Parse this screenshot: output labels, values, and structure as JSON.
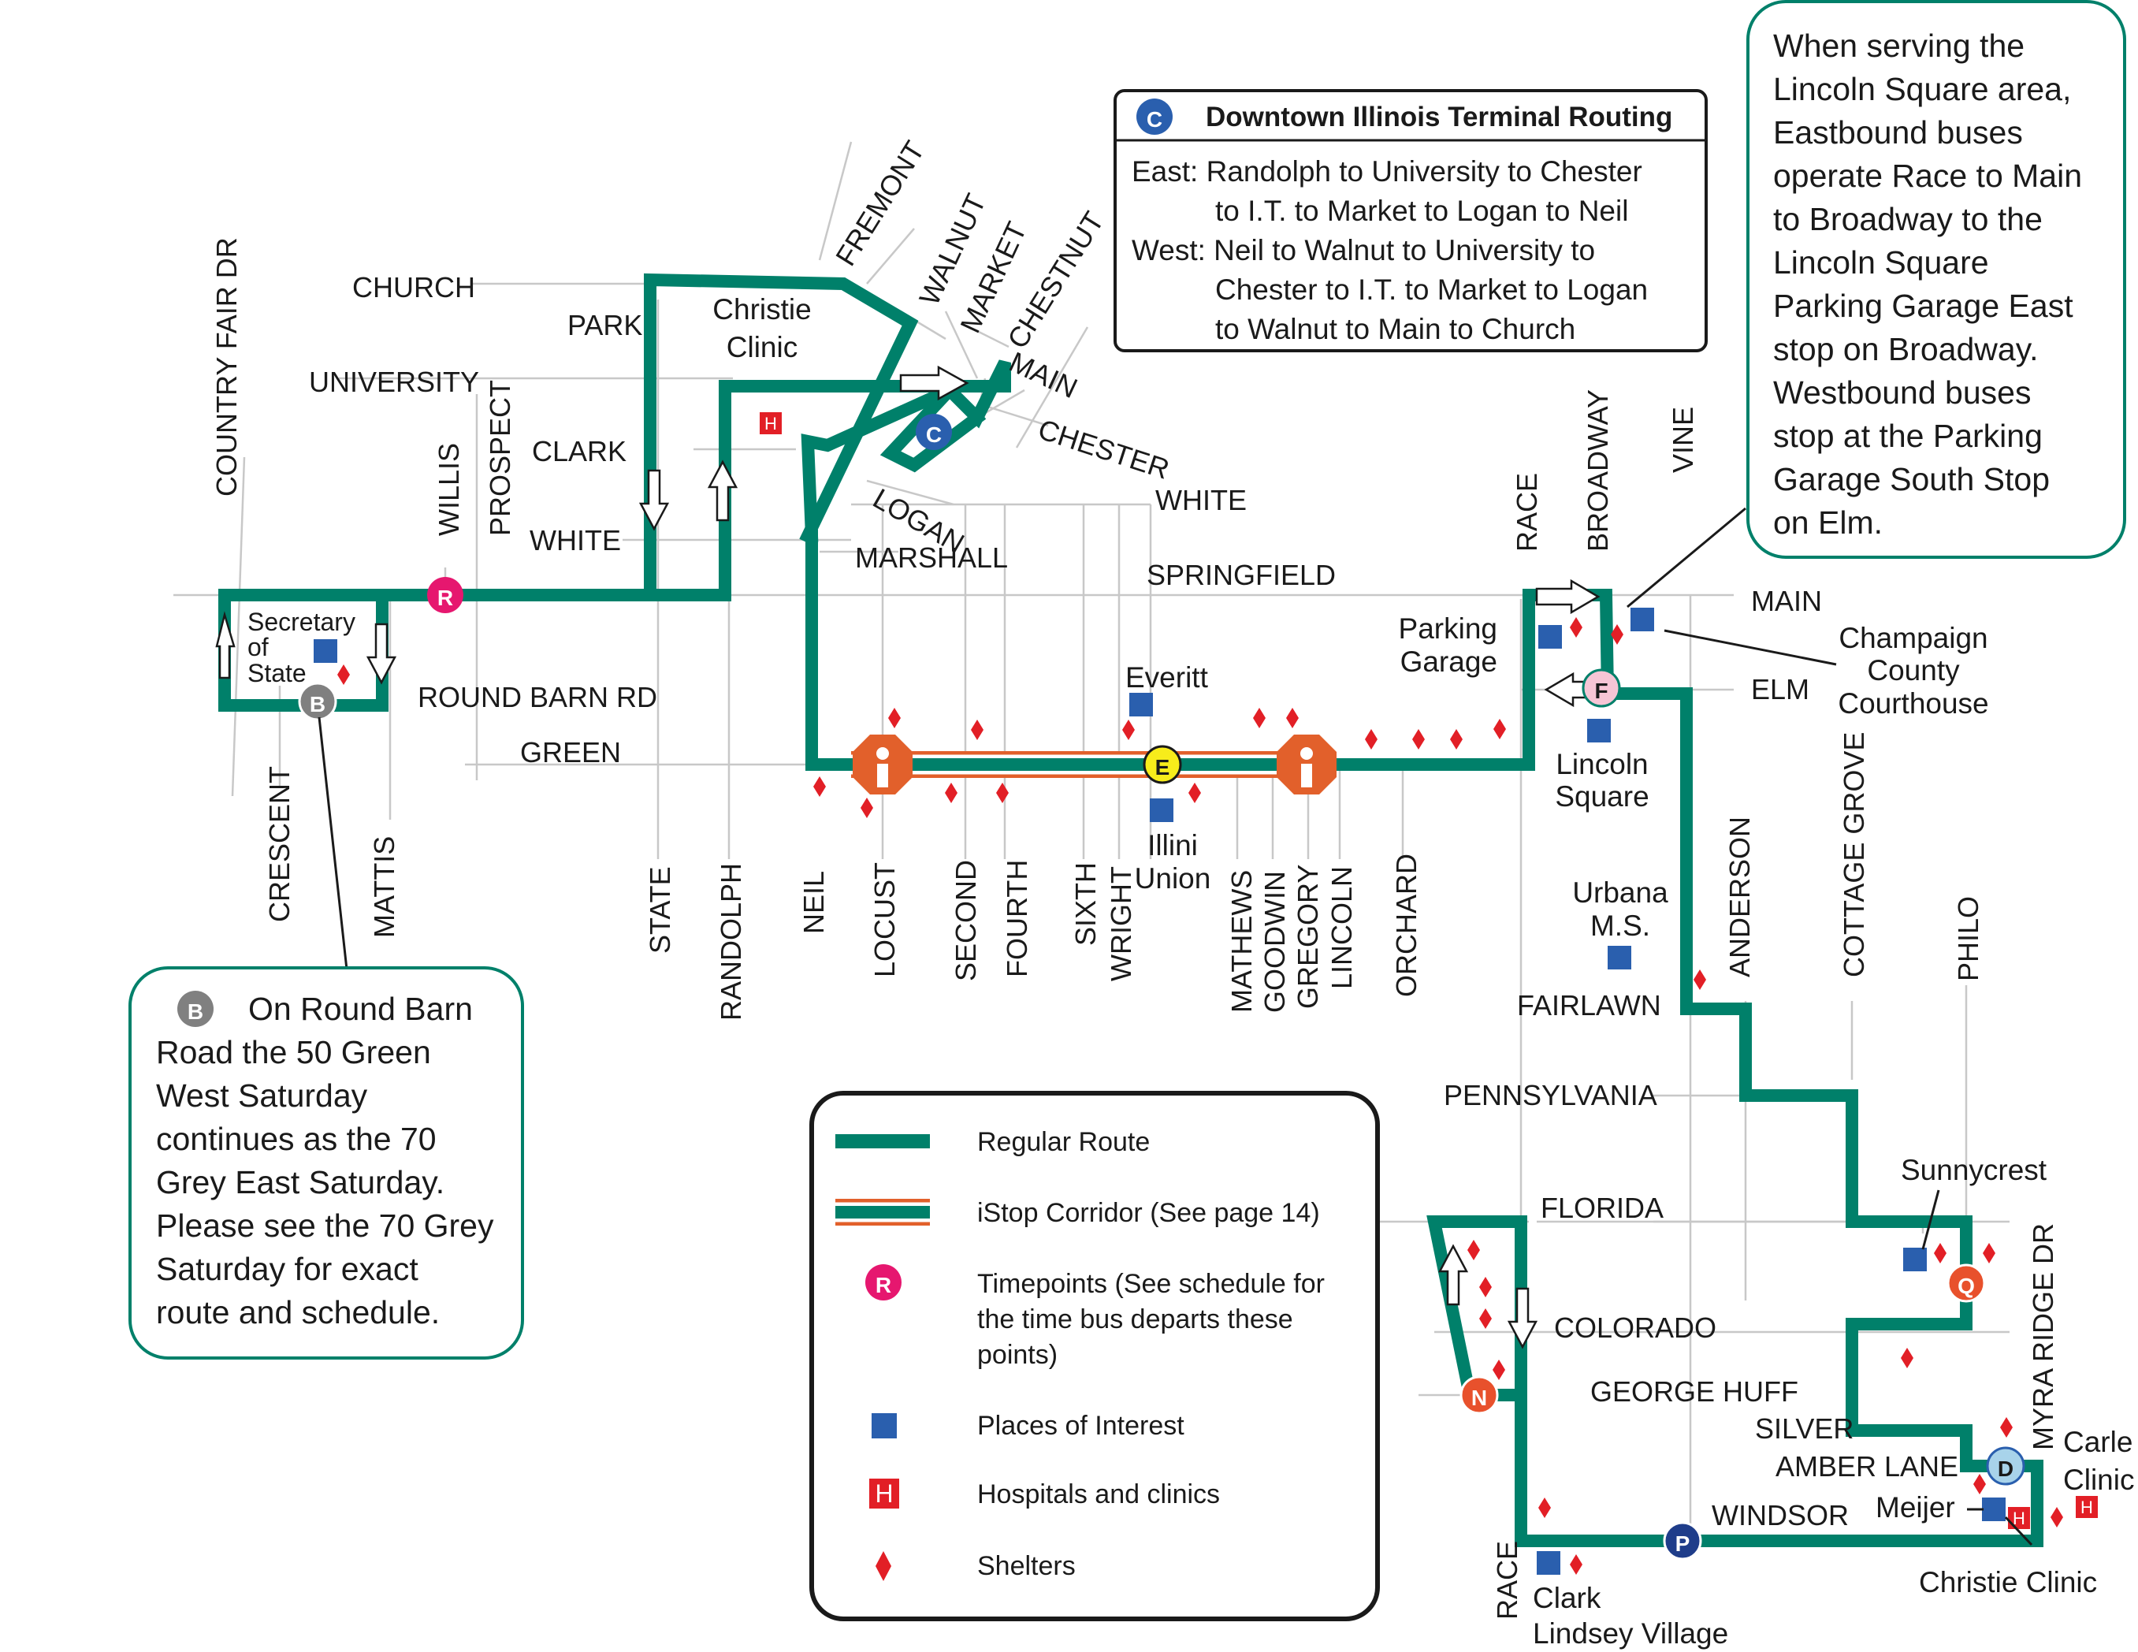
{
  "colors": {
    "route": "#00806a",
    "istop_outline": "#e2602b",
    "timepoint_R": "#e6176f",
    "timepoint_other": "#e8512c",
    "poi": "#2a5fae",
    "hospital": "#e21f26",
    "shelter": "#e21f26",
    "street_line": "#c8c8c8",
    "istop_stop": "#e2602b"
  },
  "streets": {
    "country_fair": "COUNTRY FAIR DR",
    "church": "CHURCH",
    "park": "PARK",
    "university": "UNIVERSITY",
    "willis": "WILLIS",
    "prospect": "PROSPECT",
    "clark": "CLARK",
    "white_w": "WHITE",
    "round_barn": "ROUND BARN RD",
    "green": "GREEN",
    "crescent": "CRESCENT",
    "mattis": "MATTIS",
    "state": "STATE",
    "randolph": "RANDOLPH",
    "neil": "NEIL",
    "locust": "LOCUST",
    "second": "SECOND",
    "fourth": "FOURTH",
    "sixth": "SIXTH",
    "wright": "WRIGHT",
    "mathews": "MATHEWS",
    "goodwin": "GOODWIN",
    "gregory": "GREGORY",
    "lincoln": "LINCOLN",
    "orchard": "ORCHARD",
    "fremont": "FREMONT",
    "walnut": "WALNUT",
    "market": "MARKET",
    "chestnut": "CHESTNUT",
    "main_w": "MAIN",
    "chester": "CHESTER",
    "white_e": "WHITE",
    "logan": "LOGAN",
    "marshall": "MARSHALL",
    "springfield": "SPRINGFIELD",
    "race": "RACE",
    "broadway": "BROADWAY",
    "vine": "VINE",
    "main_e": "MAIN",
    "elm": "ELM",
    "anderson": "ANDERSON",
    "cottage_grove": "COTTAGE GROVE",
    "philo": "PHILO",
    "fairlawn": "FAIRLAWN",
    "pennsylvania": "PENNSYLVANIA",
    "florida": "FLORIDA",
    "colorado": "COLORADO",
    "george_huff": "GEORGE HUFF",
    "silver": "SILVER",
    "amber_lane": "AMBER LANE",
    "windsor": "WINDSOR",
    "race_s": "RACE",
    "myra_ridge": "MYRA RIDGE DR"
  },
  "places": {
    "secretary": [
      "Secretary",
      "of",
      "State"
    ],
    "christie_dt": [
      "Christie",
      "Clinic"
    ],
    "everitt": "Everitt",
    "illini_union": [
      "Illini",
      "Union"
    ],
    "parking_garage": [
      "Parking",
      "Garage"
    ],
    "lincoln_square": [
      "Lincoln",
      "Square"
    ],
    "courthouse": [
      "Champaign",
      "County",
      "Courthouse"
    ],
    "urbana_ms": [
      "Urbana",
      "M.S."
    ],
    "sunnycrest": "Sunnycrest",
    "carle": [
      "Carle",
      "Clinic"
    ],
    "meijer": "Meijer",
    "christie_s": "Christie Clinic",
    "clark_lindsey": [
      "Clark",
      "Lindsey Village"
    ]
  },
  "timepoints": {
    "R": "R",
    "B": "B",
    "C": "C",
    "E": "E",
    "F": "F",
    "N": "N",
    "P": "P",
    "Q": "Q",
    "D": "D"
  },
  "routing_box": {
    "badge": "C",
    "title": "Downtown Illinois Terminal Routing",
    "lines": [
      "East:  Randolph to University to Chester",
      "to I.T. to Market to Logan to Neil",
      "West:  Neil to Walnut to University to",
      "Chester to I.T. to Market to Logan",
      "to Walnut to Main to Church"
    ]
  },
  "lincoln_note": {
    "lines": [
      "When serving the",
      "Lincoln Square area,",
      "Eastbound buses",
      "operate Race to Main",
      "to Broadway to the",
      "Lincoln Square",
      "Parking Garage East",
      "stop on Broadway.",
      "Westbound buses",
      "stop at the Parking",
      "Garage South Stop",
      "on Elm."
    ]
  },
  "roundbarn_note": {
    "badge": "B",
    "lines": [
      "On Round Barn",
      "Road the 50 Green",
      "West Saturday",
      "continues as the 70",
      "Grey East Saturday.",
      "Please see the 70 Grey",
      "Saturday for exact",
      "route and schedule."
    ]
  },
  "legend": {
    "regular": "Regular Route",
    "istop": "iStop Corridor (See page 14)",
    "timepoint_badge": "R",
    "timepoints": [
      "Timepoints (See schedule for",
      "the time bus departs these",
      "points)"
    ],
    "poi": "Places of  Interest",
    "hospital_badge": "H",
    "hospitals": "Hospitals and clinics",
    "shelters": "Shelters"
  }
}
